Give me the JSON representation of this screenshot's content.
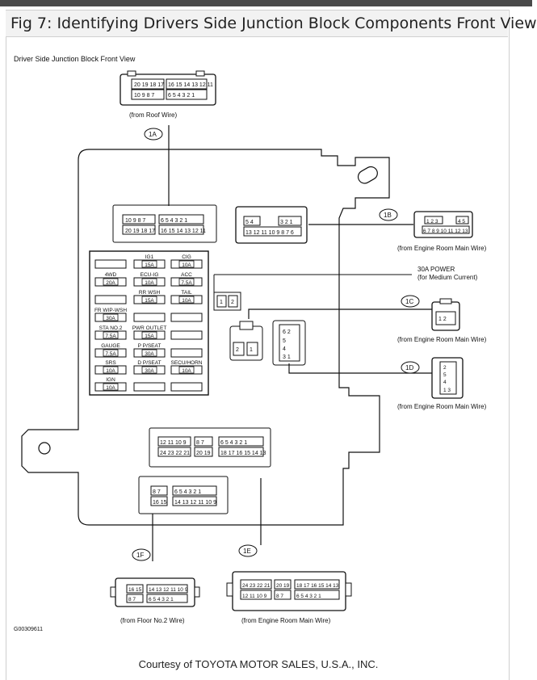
{
  "figure": {
    "title": "Fig 7: Identifying Drivers Side Junction Block Components Front View",
    "courtesy": "Courtesy of TOYOTA MOTOR SALES, U.S.A., INC."
  },
  "diagram": {
    "subtitle": "Driver Side Junction Block Front View",
    "figure_code": "G00309611",
    "connectors": {
      "1A": {
        "id": "1A",
        "source": "(from Roof Wire)",
        "rows": [
          [
            "20",
            "19",
            "18",
            "17"
          ],
          [
            "16",
            "15",
            "14",
            "13",
            "12",
            "11"
          ],
          [
            "10",
            "9",
            "8",
            "7"
          ],
          [
            "6",
            "5",
            "4",
            "3",
            "2",
            "1"
          ]
        ],
        "inner_rows": [
          [
            "10",
            "9",
            "8",
            "7"
          ],
          [
            "6",
            "5",
            "4",
            "3",
            "2",
            "1"
          ],
          [
            "20",
            "19",
            "18",
            "17"
          ],
          [
            "16",
            "15",
            "14",
            "13",
            "12",
            "11"
          ]
        ]
      },
      "1B": {
        "id": "1B",
        "source": "(from Engine Room Main Wire)",
        "rows": [
          [
            "12",
            "3"
          ],
          [
            "4",
            "5"
          ],
          [
            "6",
            "7",
            "8",
            "9",
            "10",
            "11",
            "12"
          ]
        ],
        "inner_rows": [
          [
            "5",
            "4"
          ],
          [
            "3",
            "2",
            "1"
          ],
          [
            "13",
            "12",
            "11",
            "10",
            "9",
            "8",
            "7",
            "6"
          ]
        ]
      },
      "1C": {
        "id": "1C",
        "source": "(from Engine Room Main Wire)",
        "pins": [
          "1",
          "2"
        ],
        "inner_pins": [
          "2",
          "1"
        ]
      },
      "1D": {
        "id": "1D",
        "source": "(from Engine Room Main Wire)",
        "pins": [
          "2",
          "5",
          "4",
          "1",
          "3"
        ],
        "inner_pins": [
          "6",
          "2",
          "5",
          "4",
          "3",
          "1"
        ]
      },
      "1E": {
        "id": "1E",
        "source": "(from Engine Room Main Wire)",
        "rows": [
          [
            "24",
            "23",
            "22",
            "21"
          ],
          [
            "20",
            "19"
          ],
          [
            "18",
            "17",
            "16",
            "15",
            "14",
            "13"
          ],
          [
            "12",
            "11",
            "10",
            "9"
          ],
          [
            "8",
            "7"
          ],
          [
            "6",
            "5",
            "4",
            "3",
            "2",
            "1"
          ]
        ],
        "inner_rows": [
          [
            "12",
            "11",
            "10",
            "9"
          ],
          [
            "8",
            "7"
          ],
          [
            "6",
            "5",
            "4",
            "3",
            "2",
            "1"
          ],
          [
            "24",
            "23",
            "22",
            "21"
          ],
          [
            "20",
            "19"
          ],
          [
            "18",
            "17",
            "16",
            "15",
            "14",
            "13"
          ]
        ]
      },
      "1F": {
        "id": "1F",
        "source": "(from Floor No.2 Wire)",
        "rows": [
          [
            "16",
            "15"
          ],
          [
            "14",
            "13",
            "12",
            "11",
            "10",
            "9"
          ],
          [
            "8",
            "7"
          ],
          [
            "6",
            "5",
            "4",
            "3",
            "2",
            "1"
          ]
        ],
        "inner_rows": [
          [
            "8",
            "7"
          ],
          [
            "6",
            "5",
            "4",
            "3",
            "2",
            "1"
          ],
          [
            "16",
            "15"
          ],
          [
            "14",
            "13",
            "12",
            "11",
            "10",
            "9"
          ]
        ]
      }
    },
    "power": {
      "label": "30A POWER",
      "sub": "(for Medium Current)",
      "pins": [
        "1",
        "2"
      ]
    },
    "fuses": [
      {
        "name": "IG1",
        "rating": "15A"
      },
      {
        "name": "CIG",
        "rating": "10A"
      },
      {
        "name": "4WD",
        "rating": "20A"
      },
      {
        "name": "ECU-IG",
        "rating": "10A"
      },
      {
        "name": "ACC",
        "rating": "7.5A"
      },
      {
        "name": "RR WSH",
        "rating": "15A"
      },
      {
        "name": "TAIL",
        "rating": "10A"
      },
      {
        "name": "FR WIP-WSH",
        "rating": "30A"
      },
      {
        "name": "STA NO.2",
        "rating": "7.5A"
      },
      {
        "name": "PWR OUTLET",
        "rating": "15A"
      },
      {
        "name": "GAUGE",
        "rating": "7.5A"
      },
      {
        "name": "P P/SEAT",
        "rating": "30A"
      },
      {
        "name": "SRS",
        "rating": "10A"
      },
      {
        "name": "D P/SEAT",
        "rating": "30A"
      },
      {
        "name": "SECU/HORN",
        "rating": "10A"
      },
      {
        "name": "IGN",
        "rating": "10A"
      }
    ]
  }
}
